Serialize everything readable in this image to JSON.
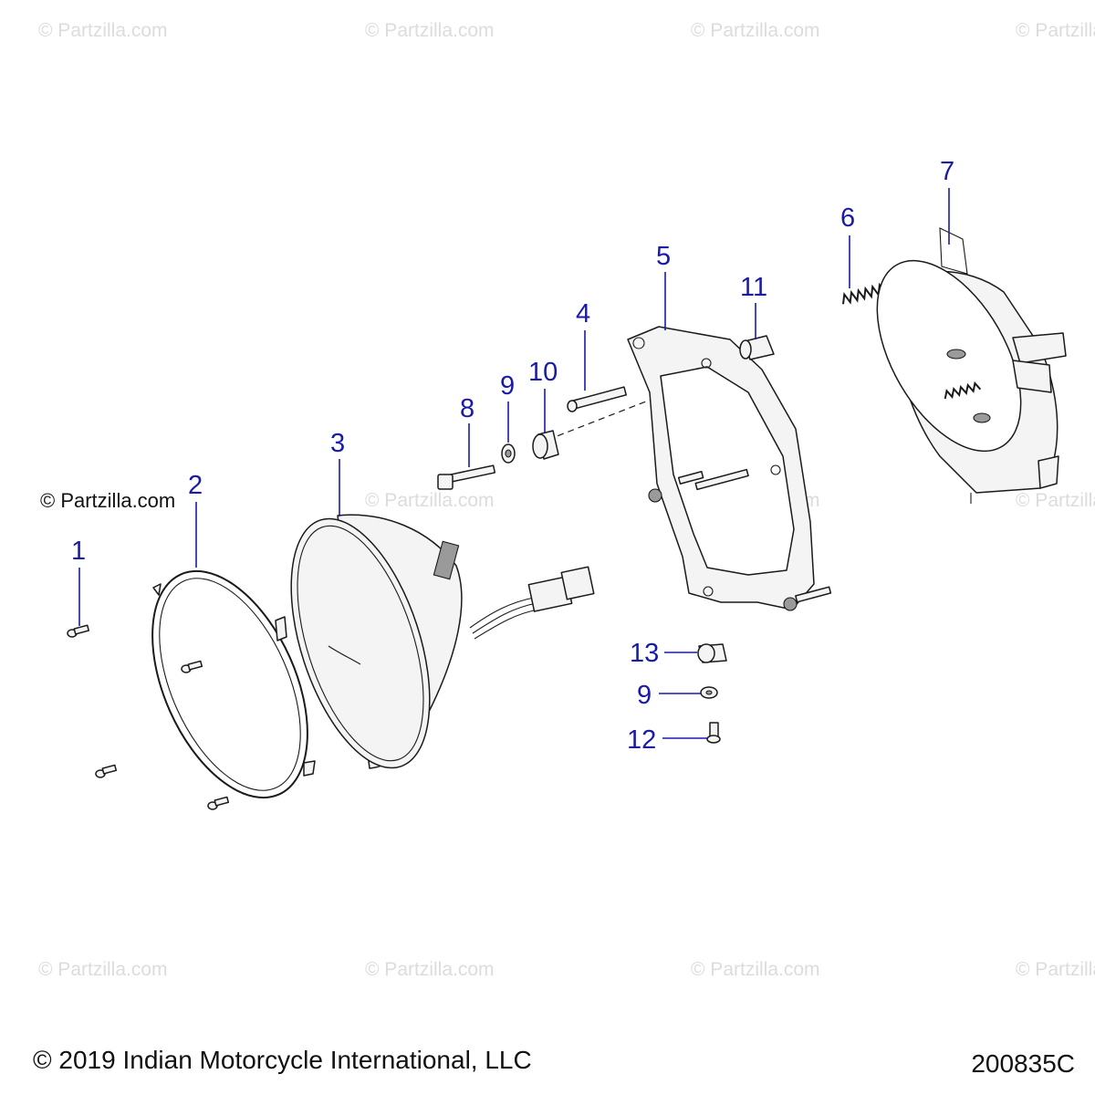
{
  "watermark": "© Partzilla.com",
  "credit": "© Partzilla.com",
  "callouts": {
    "c1": "1",
    "c2": "2",
    "c3": "3",
    "c4": "4",
    "c5": "5",
    "c6": "6",
    "c7": "7",
    "c8": "8",
    "c9a": "9",
    "c10": "10",
    "c11": "11",
    "c13": "13",
    "c9b": "9",
    "c12": "12"
  },
  "footer": {
    "copyright": "© 2019 Indian Motorcycle International, LLC",
    "drawing_id": "200835C"
  },
  "colors": {
    "callout": "#1a1aa8",
    "watermark": "#dcdcdc",
    "linework": "#1a1a1a"
  }
}
